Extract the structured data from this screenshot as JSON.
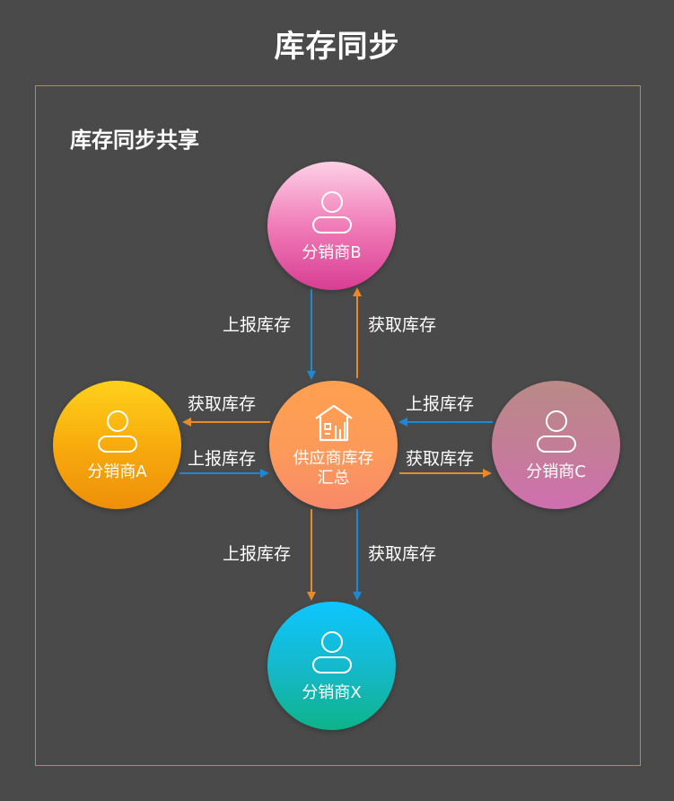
{
  "title": "库存同步",
  "section_title": "库存同步共享",
  "colors": {
    "blue_arrow": "#1e88d4",
    "orange_arrow": "#e8892a",
    "frame": "#c8872a"
  },
  "nodes": {
    "b": {
      "label": "分销商B",
      "icon": "user-icon"
    },
    "a": {
      "label": "分销商A",
      "icon": "user-icon"
    },
    "c": {
      "label": "分销商C",
      "icon": "user-icon"
    },
    "x": {
      "label": "分销商X",
      "icon": "user-icon"
    },
    "center": {
      "line1": "供应商库存",
      "line2": "汇总",
      "icon": "warehouse-icon"
    }
  },
  "edges": {
    "b_report": "上报库存",
    "b_fetch": "获取库存",
    "a_fetch": "获取库存",
    "a_report": "上报库存",
    "c_report": "上报库存",
    "c_fetch": "获取库存",
    "x_report": "上报库存",
    "x_fetch": "获取库存"
  }
}
